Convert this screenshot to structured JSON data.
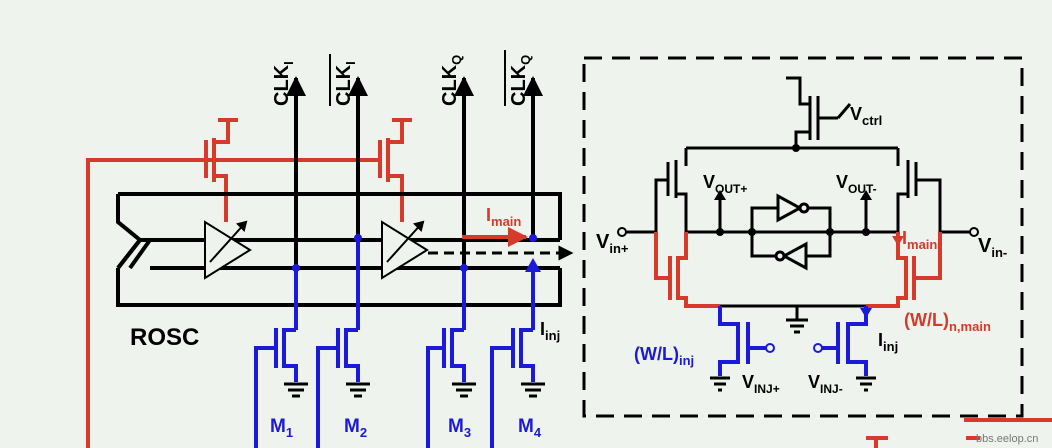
{
  "colors": {
    "background": "#eef3ee",
    "black": "#000000",
    "red": "#d63a2a",
    "blue": "#1a1ad8"
  },
  "clock_outputs": [
    {
      "base": "CLK",
      "sub": "I",
      "bar": false
    },
    {
      "base": "CLK",
      "sub": "I",
      "bar": true
    },
    {
      "base": "CLK",
      "sub": "Q",
      "bar": false
    },
    {
      "base": "CLK",
      "sub": "Q",
      "bar": true
    }
  ],
  "rosc_label": "ROSC",
  "transistors": [
    {
      "base": "M",
      "sub": "1"
    },
    {
      "base": "M",
      "sub": "2"
    },
    {
      "base": "M",
      "sub": "3"
    },
    {
      "base": "M",
      "sub": "4"
    }
  ],
  "left": {
    "i_main": {
      "base": "I",
      "sub": "main"
    },
    "i_inj": {
      "base": "I",
      "sub": "inj"
    }
  },
  "detail": {
    "v_ctrl": {
      "base": "V",
      "sub": "ctrl"
    },
    "v_out_plus": {
      "base": "V",
      "sub": "OUT+"
    },
    "v_out_minus": {
      "base": "V",
      "sub": "OUT-"
    },
    "v_in_plus": {
      "base": "V",
      "sub": "in+"
    },
    "v_in_minus": {
      "base": "V",
      "sub": "in-"
    },
    "i_main": {
      "base": "I",
      "sub": "main"
    },
    "i_inj": {
      "base": "I",
      "sub": "inj"
    },
    "wl_inj": {
      "base": "(W/L)",
      "sub": "inj"
    },
    "wl_main": {
      "base": "(W/L)",
      "sub": "n,main"
    },
    "v_inj_plus": {
      "base": "V",
      "sub": "INJ+"
    },
    "v_inj_minus": {
      "base": "V",
      "sub": "INJ-"
    }
  },
  "watermark": "bbs.eelop.cn"
}
